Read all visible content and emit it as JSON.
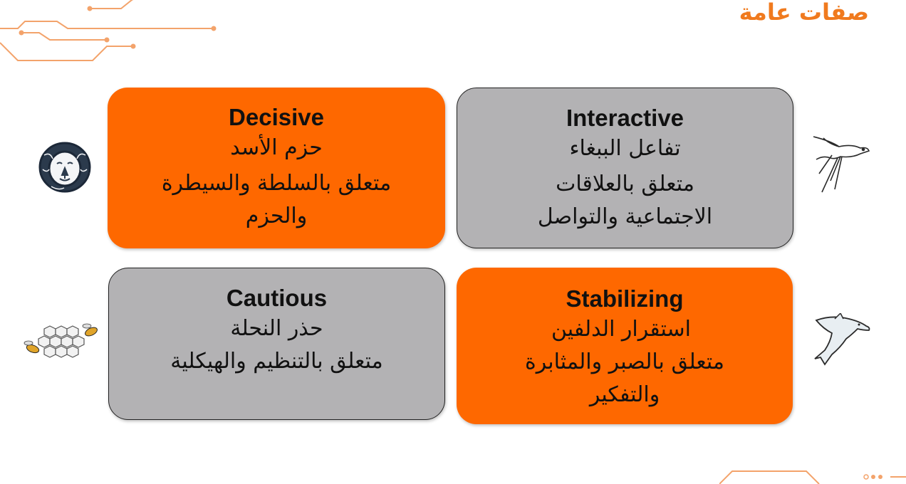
{
  "slide": {
    "title": "صفات عامة"
  },
  "colors": {
    "accent": "#f07a1e",
    "orange_card": "#fe6800",
    "gray_card": "#b3b2b4"
  },
  "cards": [
    {
      "id": "decisive",
      "english": "Decisive",
      "arabic_name": "حزم الأسد",
      "description": "متعلق بالسلطة والسيطرة\nوالحزم",
      "animal_icon": "lion-icon",
      "color": "orange"
    },
    {
      "id": "interactive",
      "english": "Interactive",
      "arabic_name": "تفاعل الببغاء",
      "description": "متعلق بالعلاقات\nالاجتماعية والتواصل",
      "animal_icon": "parrot-icon",
      "color": "gray"
    },
    {
      "id": "cautious",
      "english": "Cautious",
      "arabic_name": "حذر النحلة",
      "description": "متعلق بالتنظيم والهيكلية",
      "animal_icon": "bee-icon",
      "color": "gray"
    },
    {
      "id": "stabilizing",
      "english": "Stabilizing",
      "arabic_name": "استقرار الدلفين",
      "description": "متعلق بالصبر والمثابرة\nوالتفكير",
      "animal_icon": "dolphin-icon",
      "color": "orange"
    }
  ]
}
